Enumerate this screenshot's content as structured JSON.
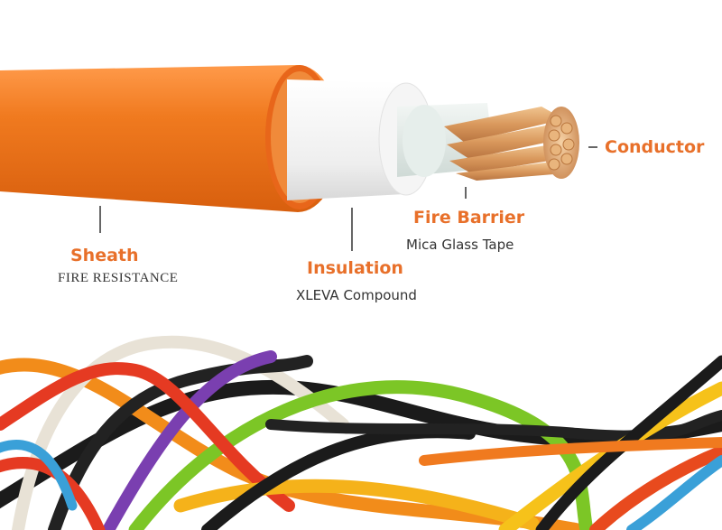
{
  "labels": {
    "conductor": {
      "title": "Conductor"
    },
    "fire_barrier": {
      "title": "Fire Barrier",
      "subtitle": "Mica Glass Tape"
    },
    "insulation": {
      "title": "Insulation",
      "subtitle": "XLEVA Compound"
    },
    "sheath": {
      "title": "Sheath",
      "subtitle": "FIRE RESISTANCE"
    }
  },
  "colors": {
    "accent": "#e8702a",
    "sheath": "#f07a1f",
    "insulation": "#f4f4f4",
    "conductor": "#d9a06b",
    "text": "#333333"
  }
}
